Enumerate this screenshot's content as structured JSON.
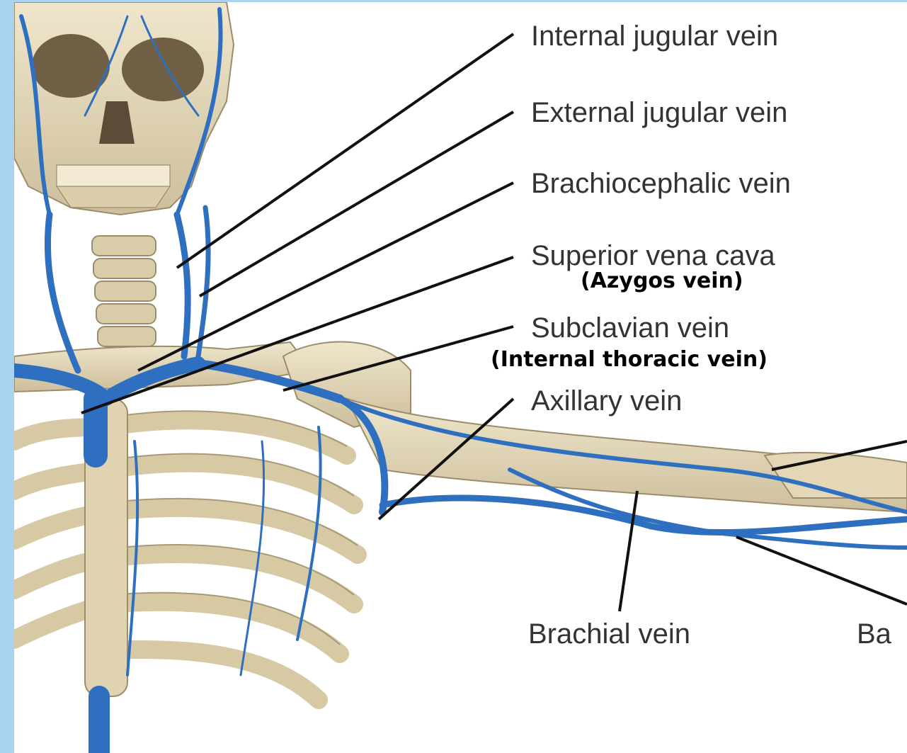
{
  "labels": {
    "internal_jugular": "Internal jugular vein",
    "external_jugular": "External jugular vein",
    "brachiocephalic": "Brachiocephalic vein",
    "superior_vena_cava": "Superior vena cava",
    "azygos": "(Azygos vein)",
    "subclavian": "Subclavian vein",
    "internal_thoracic": "(Internal thoracic vein)",
    "axillary": "Axillary vein",
    "brachial": "Brachial vein",
    "basilic_partial": "Ba"
  },
  "colors": {
    "frame": "#a9d3ee",
    "bone": "#e6dcc0",
    "bone_shadow": "#b8a988",
    "vein": "#2f6fc0",
    "leader_line": "#111111",
    "label_text": "#333333"
  }
}
